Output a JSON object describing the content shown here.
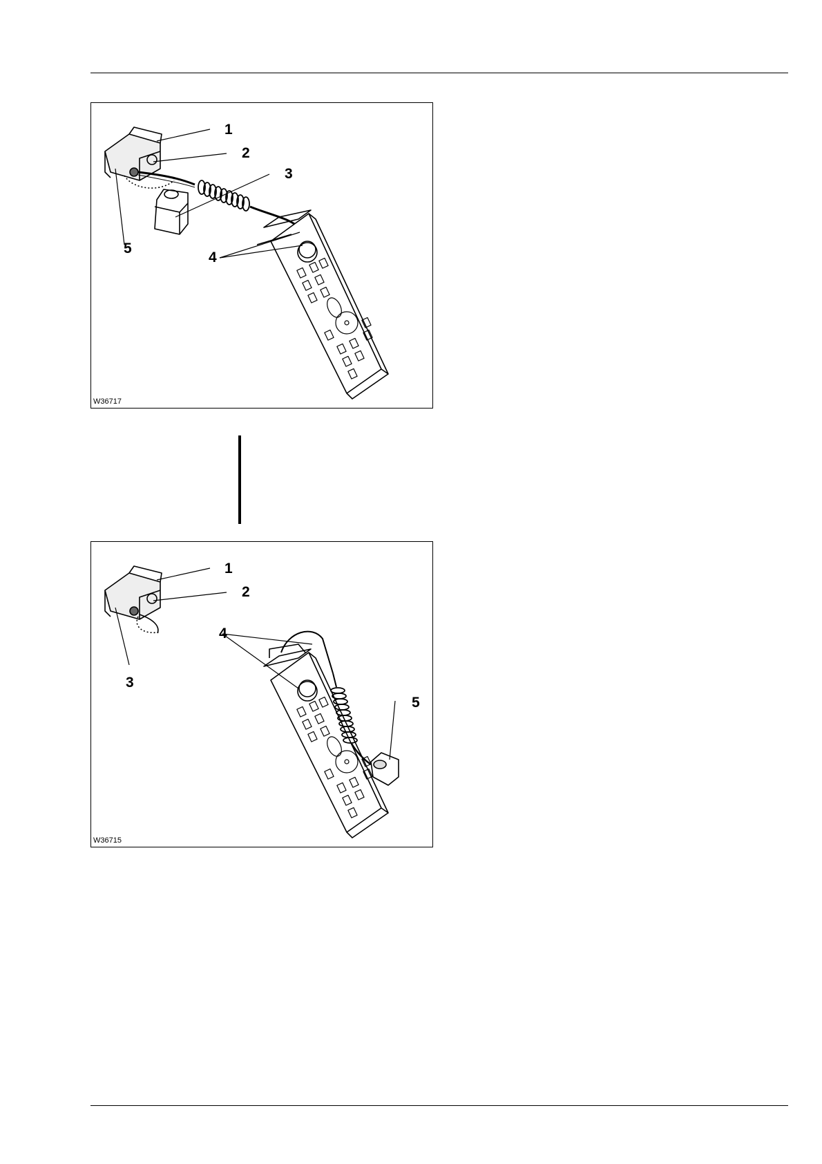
{
  "figures": [
    {
      "code": "W36717",
      "callouts": [
        "1",
        "2",
        "3",
        "4",
        "5"
      ]
    },
    {
      "code": "W36715",
      "callouts": [
        "1",
        "2",
        "3",
        "4",
        "5"
      ]
    }
  ]
}
